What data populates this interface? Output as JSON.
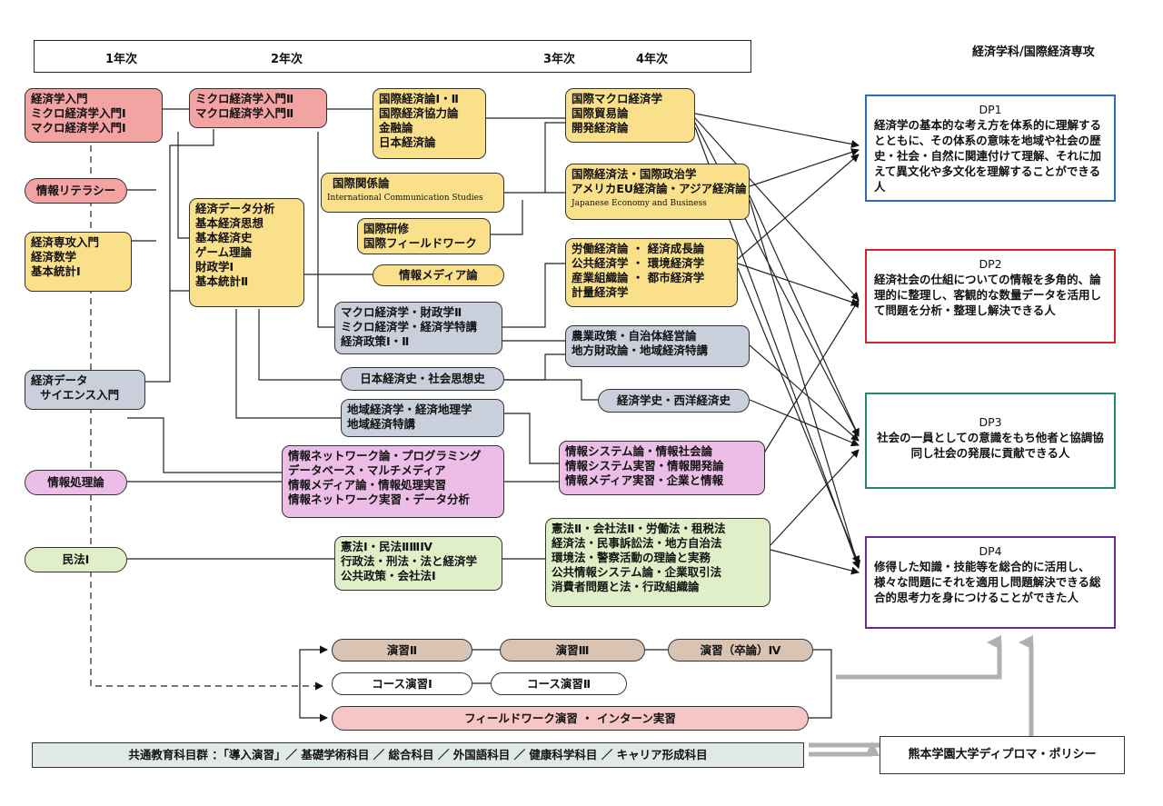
{
  "header": {
    "years": [
      "1年次",
      "2年次",
      "3年次",
      "4年次"
    ],
    "dept_title": "経済学科/国際経済専攻"
  },
  "courses": {
    "y1_intro": [
      "経済学入門",
      "ミクロ経済学入門Ⅰ",
      "マクロ経済学入門Ⅰ"
    ],
    "y1_literacy": "情報リテラシー",
    "y1_major": [
      "経済専攻入門",
      "経済数学",
      "基本統計Ⅰ"
    ],
    "y1_datasci": [
      "経済データ",
      "サイエンス入門"
    ],
    "y1_infoproc": "情報処理論",
    "y1_civil": "民法Ⅰ",
    "y2_micro": [
      "ミクロ経済学入門Ⅱ",
      "マクロ経済学入門Ⅱ"
    ],
    "y2_data": [
      "経済データ分析",
      "基本経済思想",
      "基本経済史",
      "ゲーム理論",
      "財政学Ⅰ",
      "基本統計Ⅱ"
    ],
    "intl_econ": [
      "国際経済論Ⅰ・Ⅱ",
      "国際経済協力論",
      "金融論",
      "日本経済論"
    ],
    "intl_rel": [
      "国際関係論",
      "International Communication Studies"
    ],
    "intl_train": [
      "国際研修",
      "国際フィールドワーク"
    ],
    "info_media": "情報メディア論",
    "macro_fin": [
      "マクロ経済学・財政学Ⅱ",
      "ミクロ経済学・経済学特講",
      "経済政策Ⅰ・Ⅱ"
    ],
    "jp_hist": "日本経済史・社会思想史",
    "regional": [
      "地域経済学・経済地理学",
      "地域経済特講"
    ],
    "info_net": [
      "情報ネットワーク論・プログラミング",
      "データベース・マルチメディア",
      "情報メディア論・情報処理実習",
      "情報ネットワーク実習・データ分析"
    ],
    "law": [
      "憲法Ⅰ・民法ⅡⅢⅣ",
      "行政法・刑法・法と経済学",
      "公共政策・会社法Ⅰ"
    ],
    "y3_macro": [
      "国際マクロ経済学",
      "国際貿易論",
      "開発経済論"
    ],
    "y3_intl_law": [
      "国際経済法・国際政治学",
      "アメリカEU経済論・アジア経済論",
      "Japanese Economy and Business"
    ],
    "y3_labor": [
      "労働経済論 ・ 経済成長論",
      "公共経済学 ・ 環境経済学",
      "産業組織論 ・ 都市経済学",
      "計量経済学"
    ],
    "y3_agri": [
      "農業政策・自治体経営論",
      "地方財政論・地域経済特講"
    ],
    "y3_hist": "経済学史・西洋経済史",
    "y3_info": [
      "情報システム論・情報社会論",
      "情報システム実習・情報開発論",
      "情報メディア実習・企業と情報"
    ],
    "y3_law": [
      "憲法Ⅱ・会社法Ⅱ・労働法・租税法",
      "経済法・民事訴訟法・地方自治法",
      "環境法・警察活動の理論と実務",
      "公共情報システム論・企業取引法",
      "消費者問題と法・行政組織論"
    ]
  },
  "seminars": {
    "sem2": "演習Ⅱ",
    "sem3": "演習Ⅲ",
    "sem4": "演習（卒論）Ⅳ",
    "course1": "コース演習Ⅰ",
    "course2": "コース演習Ⅱ",
    "field": "フィールドワーク演習 ・ インターン実習"
  },
  "common": "共通教育科目群 ：「導入演習」／ 基礎学術科目 ／ 総合科目 ／ 外国語科目 ／ 健康科学科目 ／ キャリア形成科目",
  "policy": "熊本学園大学ディプロマ・ポリシー",
  "dp": [
    {
      "title": "DP1",
      "text": "経済学の基本的な考え方を体系的に理解するとともに、その体系の意味を地域や社会の歴史・社会・自然に関連付けて理解、それに加えて異文化や多文化を理解することができる人",
      "color": "#2a6db5"
    },
    {
      "title": "DP2",
      "text": "経済社会の仕組についての情報を多角的、論理的に整理し、客観的な数量データを活用して問題を分析・整理し解決できる人",
      "color": "#d9232a"
    },
    {
      "title": "DP3",
      "text": "社会の一員としての意識をもち他者と協調協同し社会の発展に貢献できる人",
      "color": "#1e8a6e"
    },
    {
      "title": "DP4",
      "text": "修得した知識・技能等を総合的に活用し、様々な問題にそれを適用し問題解決できる総合的思考力を身につけることができた人",
      "color": "#6a2a96"
    }
  ]
}
